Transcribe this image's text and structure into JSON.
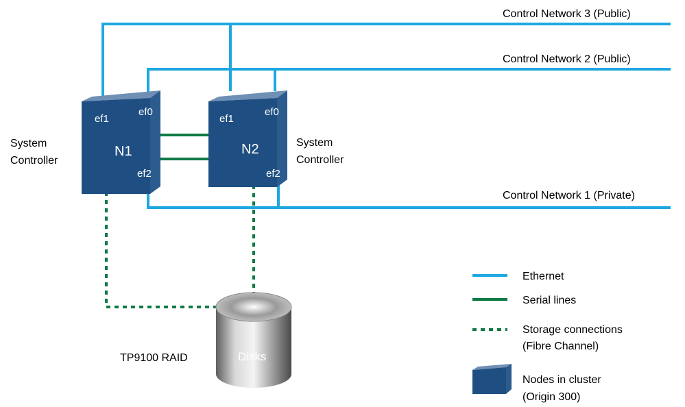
{
  "networks": {
    "net3": "Control Network 3 (Public)",
    "net2": "Control Network 2 (Public)",
    "net1": "Control Network 1 (Private)"
  },
  "nodes": [
    {
      "name": "N1",
      "ports": {
        "ef0": "ef0",
        "ef1": "ef1",
        "ef2": "ef2"
      },
      "role": [
        "System",
        "Controller"
      ]
    },
    {
      "name": "N2",
      "ports": {
        "ef0": "ef0",
        "ef1": "ef1",
        "ef2": "ef2"
      },
      "role": [
        "System",
        "Controller"
      ]
    }
  ],
  "storage": {
    "label": "TP9100 RAID",
    "disk_label": "Disks"
  },
  "legend": {
    "ethernet": "Ethernet",
    "serial": "Serial lines",
    "storage_line1": "Storage connections",
    "storage_line2": "(Fibre Channel)",
    "nodes_line1": "Nodes in cluster",
    "nodes_line2": "(Origin 300)"
  },
  "colors": {
    "ethernet": "#1ea7e1",
    "serial": "#0f7a45",
    "node_front": "#1f4f82",
    "node_top": "#6f8fb4",
    "node_side": "#2c5b8e"
  }
}
